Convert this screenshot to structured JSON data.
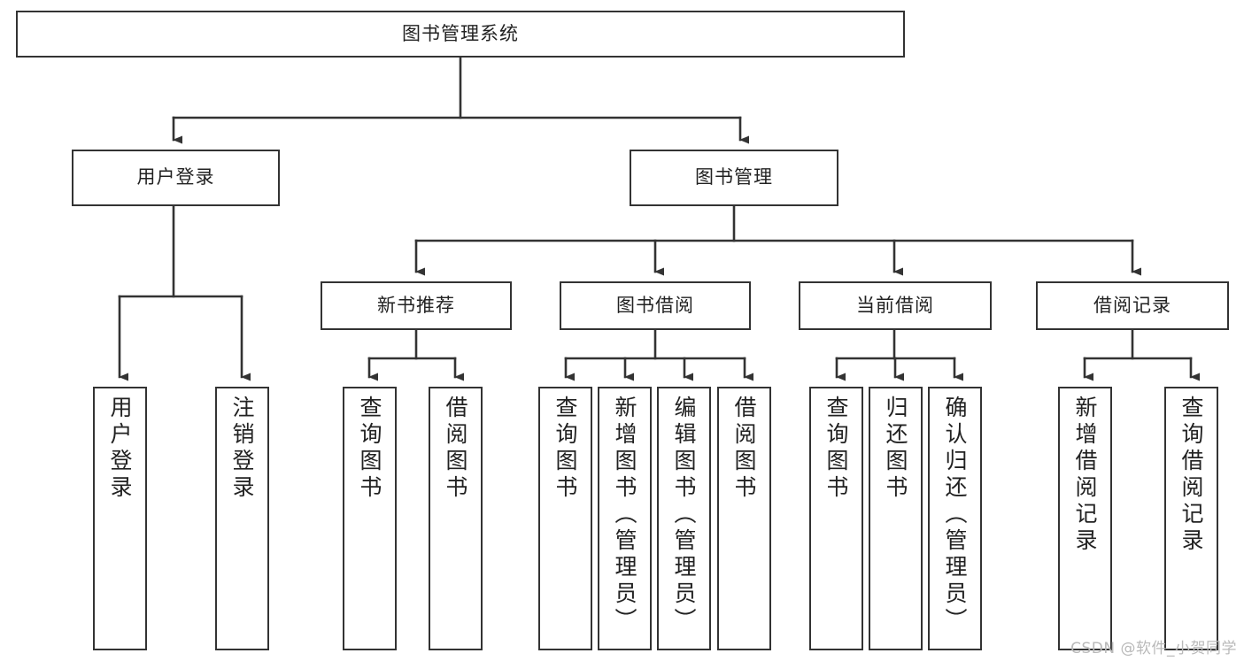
{
  "diagram": {
    "title": "图书管理系统",
    "type": "tree-hierarchy-chart",
    "watermark": "CSDN @软件_小贺同学",
    "colors": {
      "box_border": "#333333",
      "box_fill": "#ffffff",
      "edge": "#333333",
      "text": "#222222",
      "watermark": "#b9b9b9",
      "background": "#ffffff"
    },
    "levels": {
      "root": {
        "label": "图书管理系统"
      },
      "level2": [
        {
          "id": "user-login",
          "label": "用户登录"
        },
        {
          "id": "book-manage",
          "label": "图书管理"
        }
      ],
      "level3": [
        {
          "id": "new-book-recommend",
          "label": "新书推荐",
          "parent": "book-manage"
        },
        {
          "id": "book-borrow",
          "label": "图书借阅",
          "parent": "book-manage"
        },
        {
          "id": "current-borrow",
          "label": "当前借阅",
          "parent": "book-manage"
        },
        {
          "id": "borrow-record",
          "label": "借阅记录",
          "parent": "book-manage"
        }
      ],
      "leaves": [
        {
          "id": "leaf-user-login",
          "label": "用户登录",
          "parent": "user-login"
        },
        {
          "id": "leaf-logout-login",
          "label": "注销登录",
          "parent": "user-login"
        },
        {
          "id": "leaf-query-book-1",
          "label": "查询图书",
          "parent": "new-book-recommend"
        },
        {
          "id": "leaf-borrow-book-1",
          "label": "借阅图书",
          "parent": "new-book-recommend"
        },
        {
          "id": "leaf-query-book-2",
          "label": "查询图书",
          "parent": "book-borrow"
        },
        {
          "id": "leaf-add-book",
          "label": "新增图书（管理员）",
          "parent": "book-borrow"
        },
        {
          "id": "leaf-edit-book",
          "label": "编辑图书（管理员）",
          "parent": "book-borrow"
        },
        {
          "id": "leaf-borrow-book-2",
          "label": "借阅图书",
          "parent": "book-borrow"
        },
        {
          "id": "leaf-query-book-3",
          "label": "查询图书",
          "parent": "current-borrow"
        },
        {
          "id": "leaf-return-book",
          "label": "归还图书",
          "parent": "current-borrow"
        },
        {
          "id": "leaf-confirm-return",
          "label": "确认归还（管理员）",
          "parent": "current-borrow"
        },
        {
          "id": "leaf-add-record",
          "label": "新增借阅记录",
          "parent": "borrow-record"
        },
        {
          "id": "leaf-query-record",
          "label": "查询借阅记录",
          "parent": "borrow-record"
        }
      ]
    }
  }
}
